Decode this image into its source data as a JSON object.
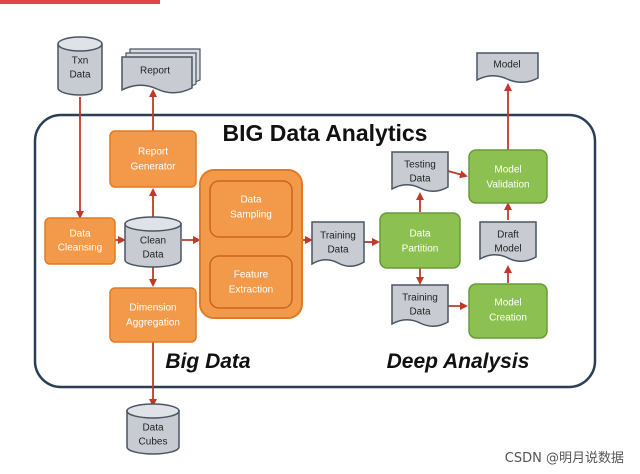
{
  "title": "BIG Data Analytics",
  "sections": {
    "left": "Big Data",
    "right": "Deep Analysis"
  },
  "cylinders": {
    "txn": [
      "Txn",
      "Data"
    ],
    "clean": [
      "Clean",
      "Data"
    ],
    "cubes": [
      "Data",
      "Cubes"
    ]
  },
  "orange_boxes": {
    "cleansing": [
      "Data",
      "Cleansing"
    ],
    "report_generator": [
      "Report",
      "Generator"
    ],
    "dimension": [
      "Dimension",
      "Aggregation"
    ],
    "sampling": [
      "Data",
      "Sampling"
    ],
    "feature": [
      "Feature",
      "Extraction"
    ]
  },
  "green_boxes": {
    "partition": [
      "Data",
      "Partition"
    ],
    "validation": [
      "Model",
      "Validation"
    ],
    "creation": [
      "Model",
      "Creation"
    ]
  },
  "documents": {
    "report": "Report",
    "model": "Model",
    "training_main": [
      "Training",
      "Data"
    ],
    "testing": [
      "Testing",
      "Data"
    ],
    "training_lower": [
      "Training",
      "Data"
    ],
    "draft": [
      "Draft",
      "Model"
    ]
  },
  "watermark": "CSDN @明月说数据",
  "colors": {
    "orange": "#f39a4a",
    "orange_border": "#e07a26",
    "green": "#8cc152",
    "green_border": "#6a9a38",
    "gray": "#c8ccd2",
    "arrow": "#c0392b"
  }
}
